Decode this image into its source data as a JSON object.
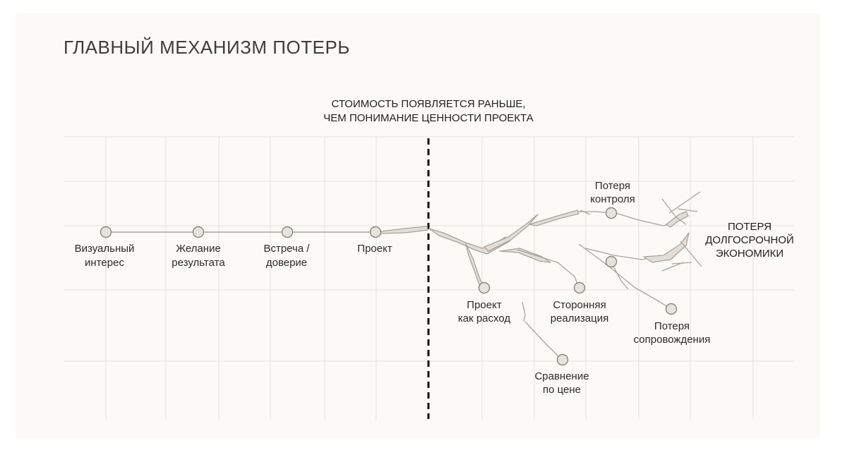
{
  "title": "ГЛАВНЫЙ МЕХАНИЗМ ПОТЕРЬ",
  "divider_caption": {
    "line1": "СТОИМОСТЬ ПОЯВЛЯЕТСЯ РАНЬШЕ,",
    "line2": "ЧЕМ ПОНИМАНИЕ ЦЕННОСТИ ПРОЕКТА"
  },
  "path_stages": [
    {
      "line1": "Визуальный",
      "line2": "интерес"
    },
    {
      "line1": "Желание",
      "line2": "результата"
    },
    {
      "line1": "Встреча /",
      "line2": "доверие"
    },
    {
      "line1": "Проект",
      "line2": ""
    }
  ],
  "branch_nodes": {
    "expense": {
      "line1": "Проект",
      "line2": "как расход"
    },
    "price": {
      "line1": "Сравнение",
      "line2": "по цене"
    },
    "thirdparty": {
      "line1": "Сторонняя",
      "line2": "реализация"
    },
    "control": {
      "line1": "Потеря",
      "line2": "контроля"
    },
    "support": {
      "line1": "Потеря",
      "line2": "сопровождения"
    }
  },
  "outcome": {
    "line1": "ПОТЕРЯ",
    "line2": "ДОЛГОСРОЧНОЙ",
    "line3": "ЭКОНОМИКИ"
  },
  "colors": {
    "node_fill": "#e6e2dc",
    "node_stroke": "#8a8580",
    "line": "#a8a39d",
    "crack_fill": "#e2ddd6",
    "grid": "#e4e1dc",
    "divider": "#111111"
  }
}
